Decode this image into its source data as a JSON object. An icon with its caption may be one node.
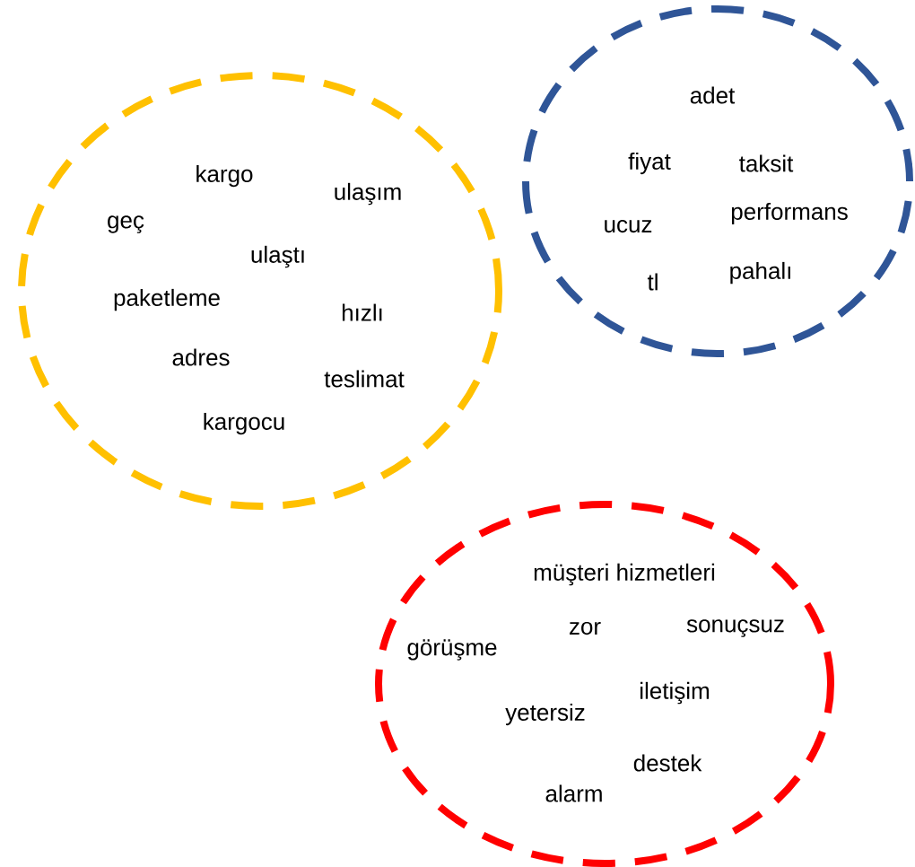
{
  "diagram": {
    "nodes": [
      {
        "text": [
          "kargo",
          "ulaşım",
          "geç",
          "ulaştı",
          "paketleme",
          "hızlı",
          "adres",
          "teslimat",
          "kargocu"
        ]
      },
      {
        "text": [
          "adet",
          "fiyat",
          "taksit",
          "ucuz",
          "performans",
          "tl",
          "pahalı"
        ]
      },
      {
        "text": [
          "müşteri hizmetleri",
          "zor",
          "sonuçsuz",
          "görüşme",
          "iletişim",
          "yetersiz",
          "destek",
          "alarm"
        ]
      }
    ]
  }
}
